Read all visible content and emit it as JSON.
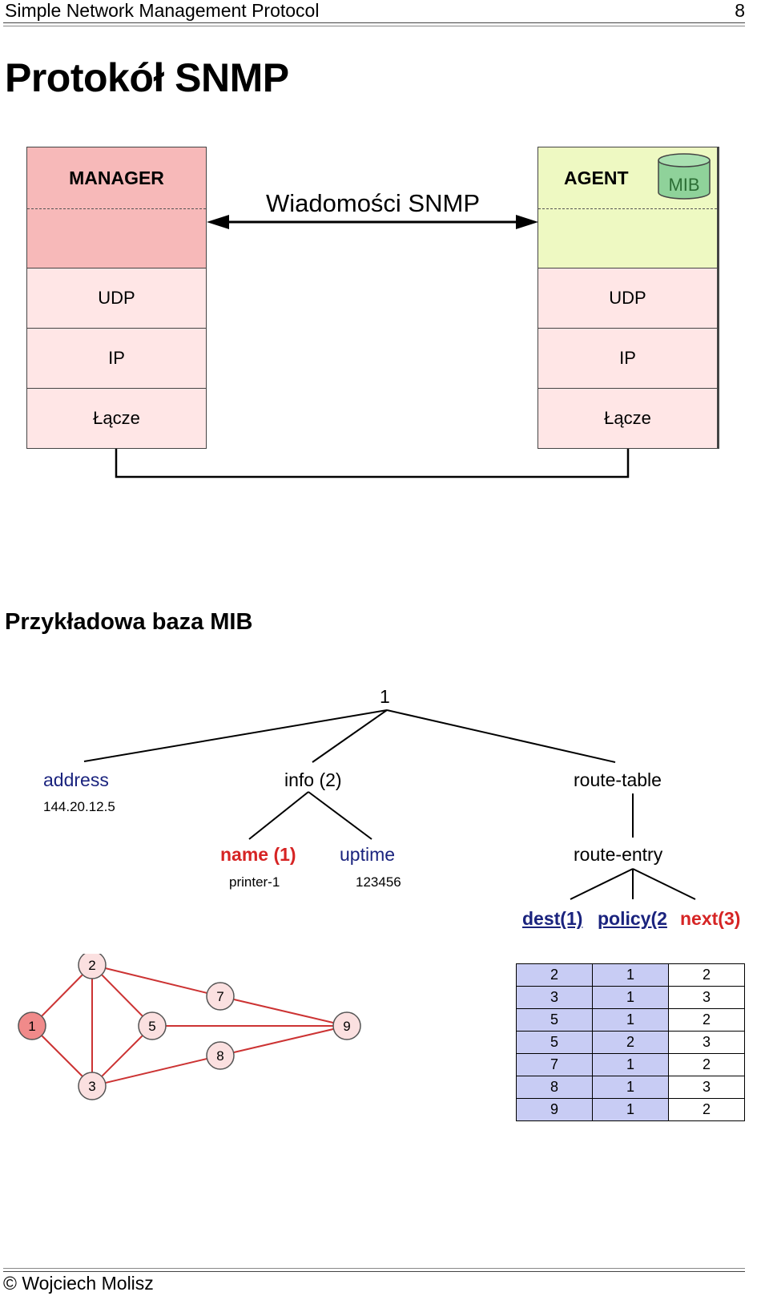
{
  "header": {
    "title": "Simple Network Management Protocol",
    "page_number": "8"
  },
  "main_title": "Protokół SNMP",
  "diagram": {
    "manager_label": "MANAGER",
    "agent_label": "AGENT",
    "mib_label": "MIB",
    "message_label": "Wiadomości SNMP",
    "manager_layers": [
      "UDP",
      "IP",
      "Łącze"
    ],
    "agent_layers": [
      "UDP",
      "IP",
      "Łącze"
    ],
    "colors": {
      "manager_top": "#f7b9b9",
      "agent_top": "#eef9c2",
      "layer": "#ffe6e6",
      "mib": "#8fd29a"
    }
  },
  "mib_section": {
    "title": "Przykładowa baza MIB",
    "root": "1",
    "address_label": "address",
    "address_value": "144.20.12.5",
    "info_label": "info (2)",
    "route_table_label": "route-table",
    "name_label": "name (1)",
    "name_value": "printer-1",
    "uptime_label": "uptime",
    "uptime_value": "123456",
    "route_entry_label": "route-entry",
    "route_columns": [
      "dest(1)",
      "policy(2",
      "next(3)"
    ],
    "route_rows": [
      [
        "2",
        "1",
        "2"
      ],
      [
        "3",
        "1",
        "3"
      ],
      [
        "5",
        "1",
        "2"
      ],
      [
        "5",
        "2",
        "3"
      ],
      [
        "7",
        "1",
        "2"
      ],
      [
        "8",
        "1",
        "3"
      ],
      [
        "9",
        "1",
        "2"
      ]
    ]
  },
  "network_graph": {
    "nodes": [
      "1",
      "2",
      "3",
      "5",
      "7",
      "8",
      "9"
    ],
    "edges": [
      [
        "1",
        "2"
      ],
      [
        "1",
        "3"
      ],
      [
        "2",
        "3"
      ],
      [
        "2",
        "5"
      ],
      [
        "3",
        "5"
      ],
      [
        "2",
        "7"
      ],
      [
        "7",
        "9"
      ],
      [
        "5",
        "9"
      ],
      [
        "3",
        "8"
      ],
      [
        "8",
        "9"
      ]
    ],
    "colors": {
      "edge": "#cc3333",
      "node_fill": "#fbe0e0",
      "start_node_fill": "#f08a8a"
    }
  },
  "footer": "© Wojciech Molisz"
}
